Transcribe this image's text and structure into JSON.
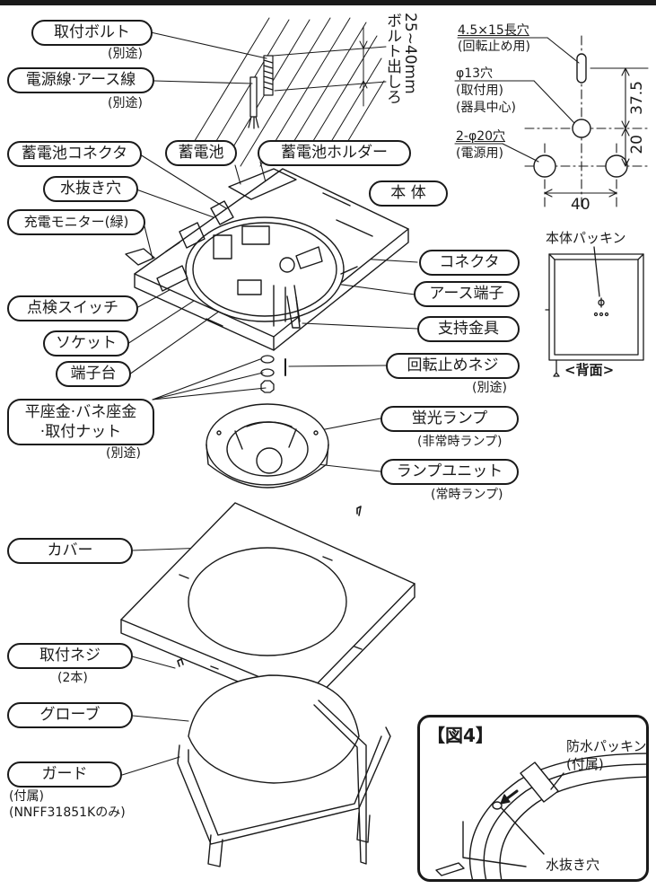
{
  "callouts": {
    "mounting_bolt": "取付ボルト",
    "mounting_bolt_note": "(別途)",
    "power_ground_wire": "電源線·アース線",
    "power_ground_wire_note": "(別途)",
    "battery_connector": "蓄電池コネクタ",
    "battery": "蓄電池",
    "battery_holder": "蓄電池ホルダー",
    "drain_hole": "水抜き穴",
    "charge_monitor": "充電モニター(緑)",
    "body": "本 体",
    "connector": "コネクタ",
    "ground_terminal": "アース端子",
    "support_bracket": "支持金具",
    "inspection_switch": "点検スイッチ",
    "socket": "ソケット",
    "terminal_block": "端子台",
    "anti_rotation_screw": "回転止めネジ",
    "anti_rotation_screw_note": "(別途)",
    "washer_nut_line1": "平座金·バネ座金",
    "washer_nut_line2": "·取付ナット",
    "washer_nut_note": "(別途)",
    "fluorescent_lamp": "蛍光ランプ",
    "fluorescent_lamp_note": "(非常時ランプ)",
    "lamp_unit": "ランプユニット",
    "lamp_unit_note": "(常時ランプ)",
    "cover": "カバー",
    "mounting_screw": "取付ネジ",
    "mounting_screw_note": "(2本)",
    "globe": "グローブ",
    "guard": "ガード",
    "guard_note1": "(付属)",
    "guard_note2": "(NNFF31851Kのみ)"
  },
  "bolt_protrusion": {
    "label": "ボルト出しろ",
    "value": "25~40mm"
  },
  "hole_diagram": {
    "slot": "4.5×15長穴",
    "slot_note": "(回転止め用)",
    "hole13": "φ13穴",
    "hole13_note1": "(取付用)",
    "hole13_note2": "(器具中心)",
    "hole20": "2-φ20穴",
    "hole20_note": "(電源用)",
    "dim_vertical_top": "37.5",
    "dim_vertical_bottom": "20",
    "dim_horizontal": "40"
  },
  "packing_view": {
    "title": "本体パッキン",
    "back_label": "<背面>"
  },
  "figure4": {
    "title": "【図4】",
    "waterproof_packing": "防水パッキン",
    "waterproof_packing_note": "(付属)",
    "drain_hole": "水抜き穴"
  }
}
